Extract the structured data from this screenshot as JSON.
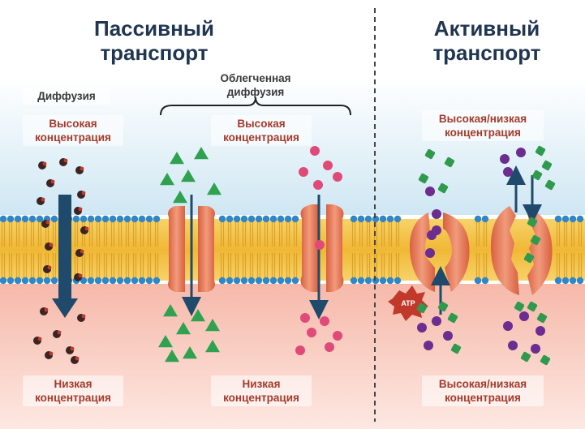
{
  "passive": {
    "title_line1": "Пассивный",
    "title_line2": "транспорт",
    "diffusion_label": "Диффузия",
    "facilitated_line1": "Облегченная",
    "facilitated_line2": "диффузия",
    "high_line1": "Высокая",
    "high_line2": "концентрация",
    "high2_line1": "Высокая",
    "high2_line2": "концентрация",
    "low_line1": "Низкая",
    "low_line2": "концентрация",
    "low2_line1": "Низкая",
    "low2_line2": "концентрация"
  },
  "active": {
    "title_line1": "Активный",
    "title_line2": "транспорт",
    "top_line1": "Высокая/низкая",
    "top_line2": "концентрация",
    "bottom_line1": "Высокая/низкая",
    "bottom_line2": "концентрация",
    "atp_label": "ATP"
  },
  "colors": {
    "title": "#1f3550",
    "label_red": "#a23b2c",
    "arrow": "#1f4a6b",
    "membrane_head": "#2f86c8",
    "membrane_tail": "#f3c040",
    "protein": "#e07a5a",
    "triangle": "#2fa24f",
    "pink_dot": "#e04a78",
    "purple_dot": "#6b2d8f",
    "green_dot": "#2f9a4e",
    "dark_molecule": "#3a2424"
  }
}
